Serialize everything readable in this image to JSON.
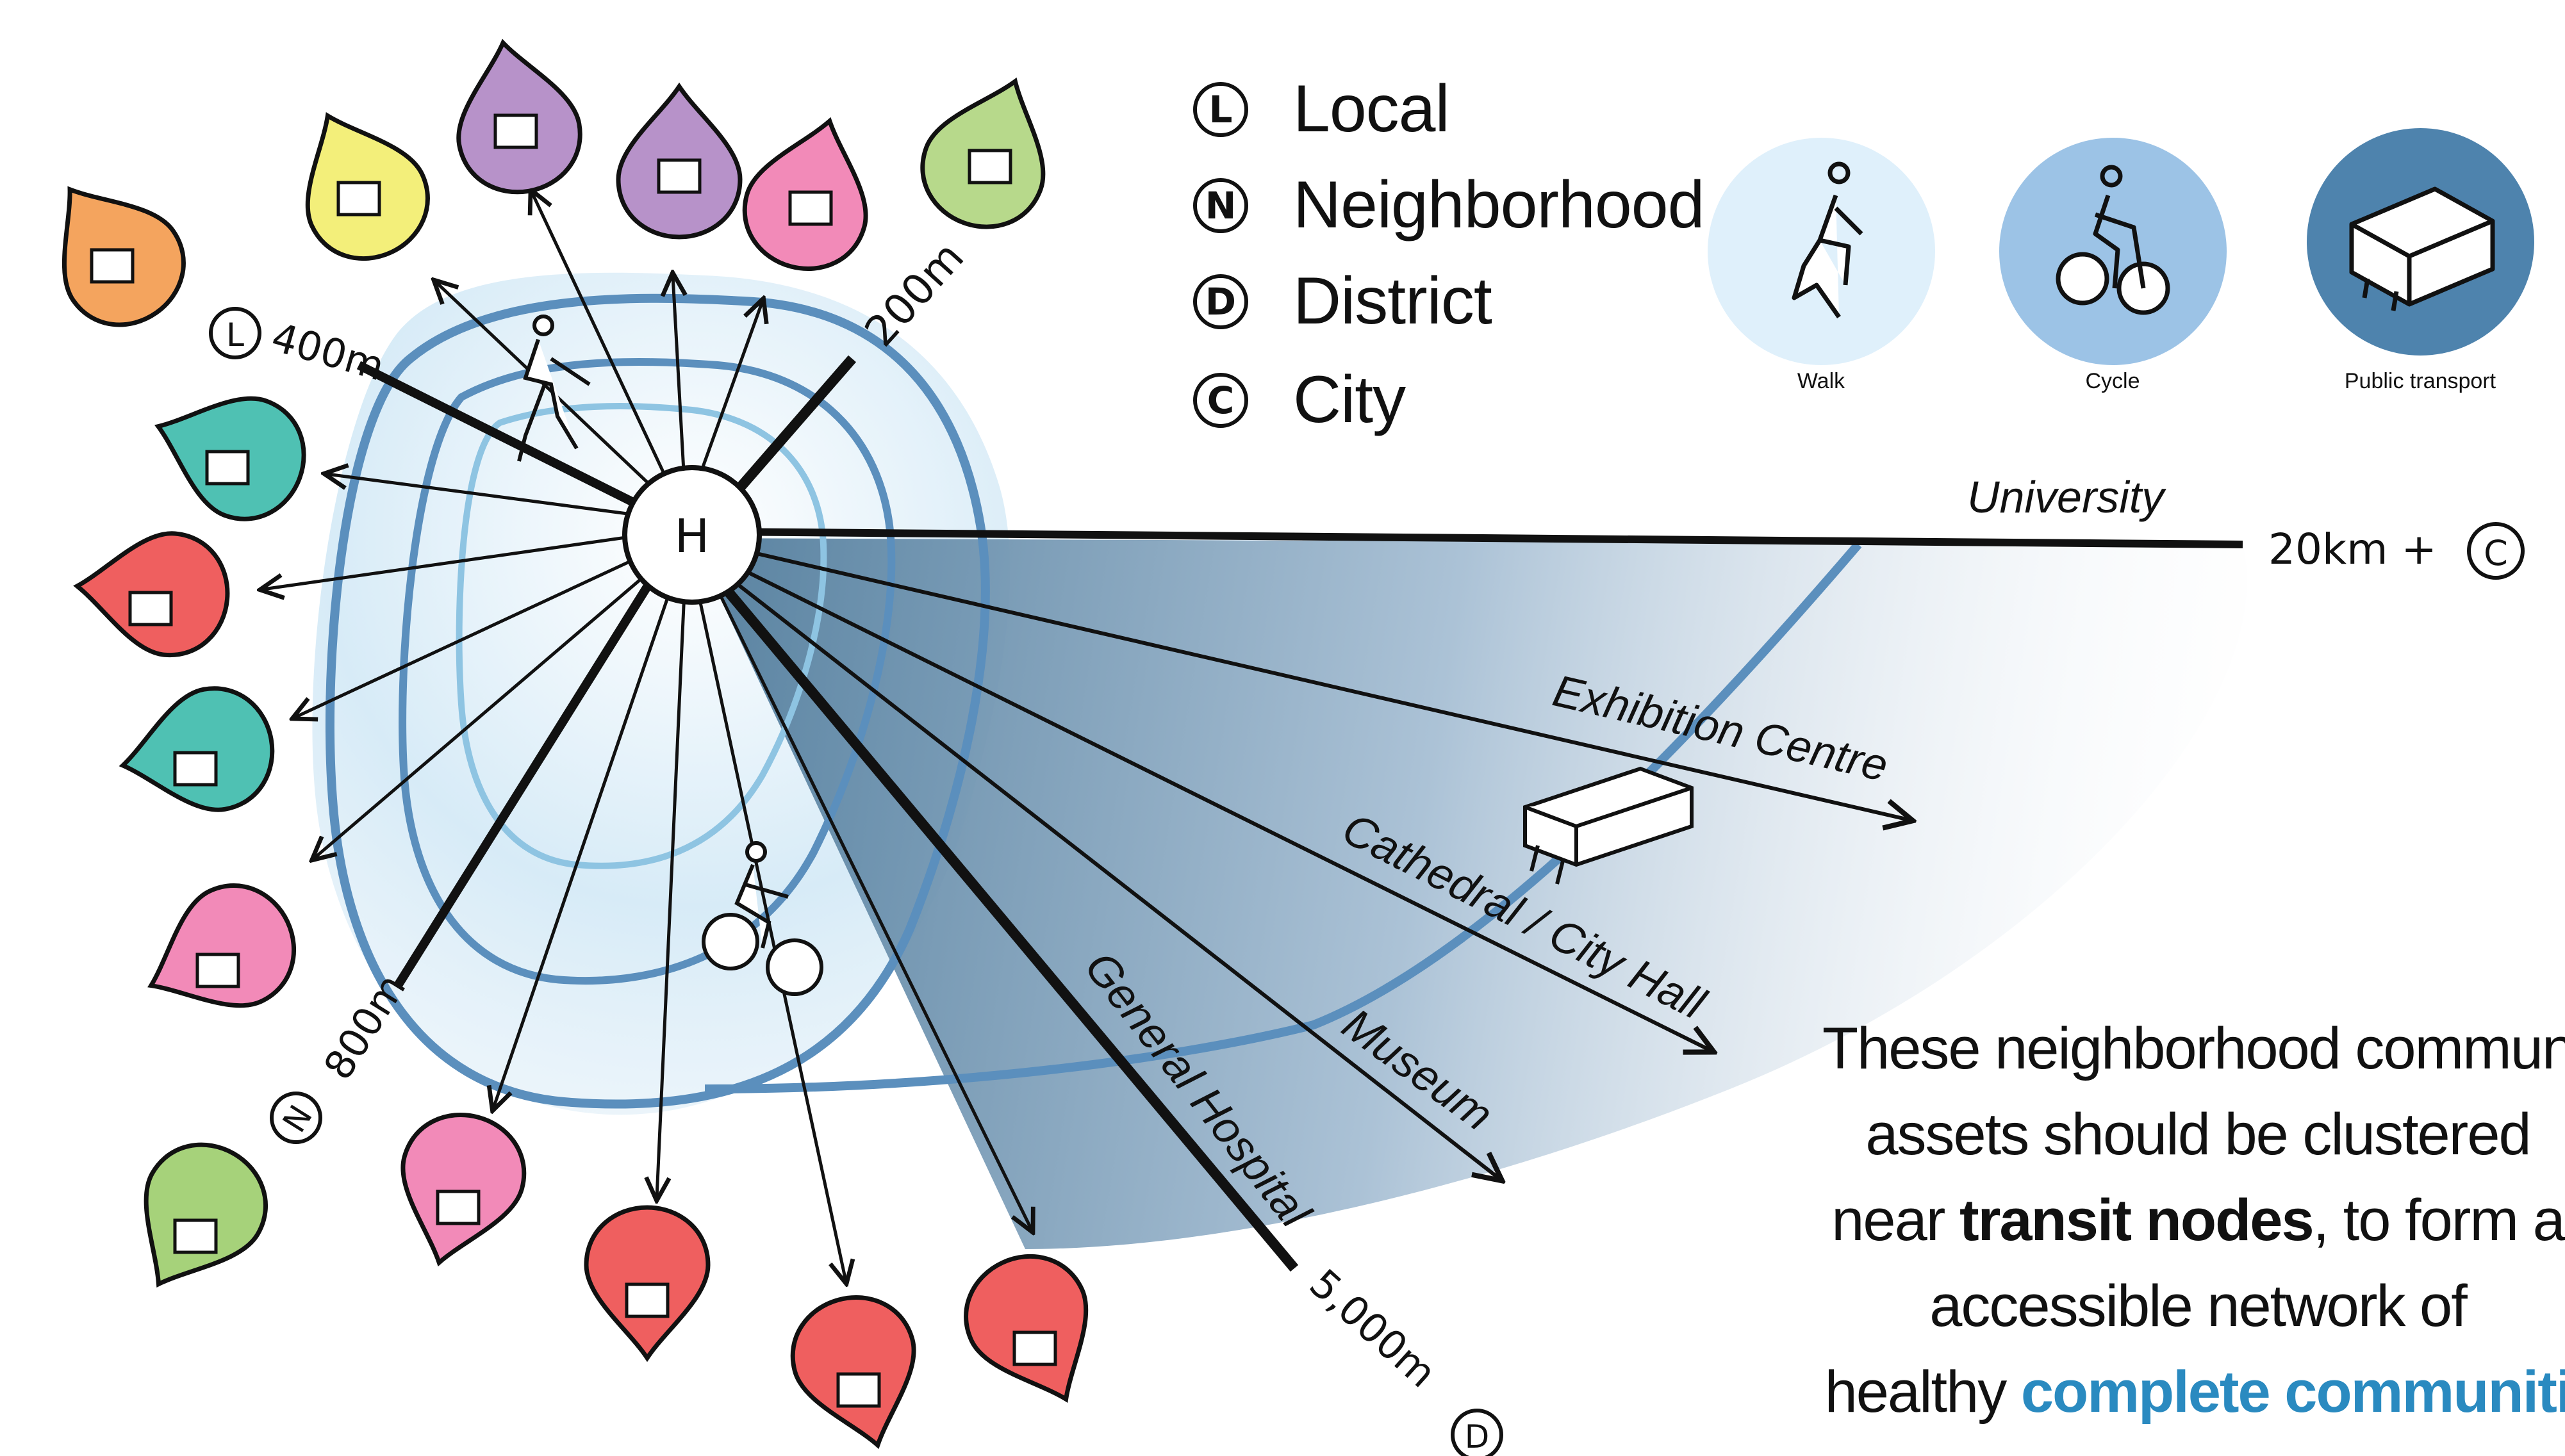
{
  "legend": {
    "items": [
      {
        "badge": "L",
        "label": "Local"
      },
      {
        "badge": "N",
        "label": "Neighborhood"
      },
      {
        "badge": "D",
        "label": "District"
      },
      {
        "badge": "C",
        "label": "City"
      }
    ]
  },
  "modes": [
    {
      "label": "Walk",
      "icon": "walk-icon",
      "color": "#dff0fb"
    },
    {
      "label": "Cycle",
      "icon": "cycle-icon",
      "color": "#9cc3e6"
    },
    {
      "label": "Public transport",
      "icon": "transit-icon",
      "color": "#4e83ad"
    }
  ],
  "hub_label": "H",
  "distances": {
    "d200": "200m",
    "d400": "400m",
    "d800": "800m",
    "d5000": "5,000m",
    "d20k": "20km +"
  },
  "distance_badges": {
    "d400": "L",
    "d800": "N",
    "d5000": "D",
    "d20k": "C"
  },
  "destinations": {
    "university": "University",
    "exhibition": "Exhibition Centre",
    "cathedral": "Cathedral / City Hall",
    "museum": "Museum",
    "hospital": "General Hospital"
  },
  "caption": {
    "line1": "These neighborhood commun",
    "line2": "assets should be clustered",
    "line3_pre": "near ",
    "line3_bold": "transit nodes",
    "line3_post": ", to form a",
    "line4": "accessible network of",
    "line5_pre": "healthy ",
    "line5_accent": "complete communiti"
  },
  "colors": {
    "ring": "#5b8fbd",
    "ring_light": "#8ec4e2",
    "gradient_dark": "#5d86ab",
    "accent": "#2a8ac0",
    "pins": [
      "#f4a45e",
      "#f3ef7a",
      "#b792c9",
      "#b792c9",
      "#f28ab8",
      "#b7d98b",
      "#4fc1b3",
      "#ef5f5f",
      "#4fc1b3",
      "#f28ab8",
      "#a6d27a",
      "#f28ab8",
      "#ef5f5f",
      "#ef5f5f",
      "#ef5f5f"
    ]
  },
  "pin_icons": [
    "briefcase-icon",
    "cutlery-icon",
    "mail-icon",
    "shopping-bag-icon",
    "toy-blocks-icon",
    "map-icon",
    "cafe-icon",
    "heart-icon",
    "trail-icon",
    "house-icon",
    "tree-icon",
    "pharmacy-icon",
    "art-palette-icon",
    "clothing-icon",
    "book-icon"
  ]
}
